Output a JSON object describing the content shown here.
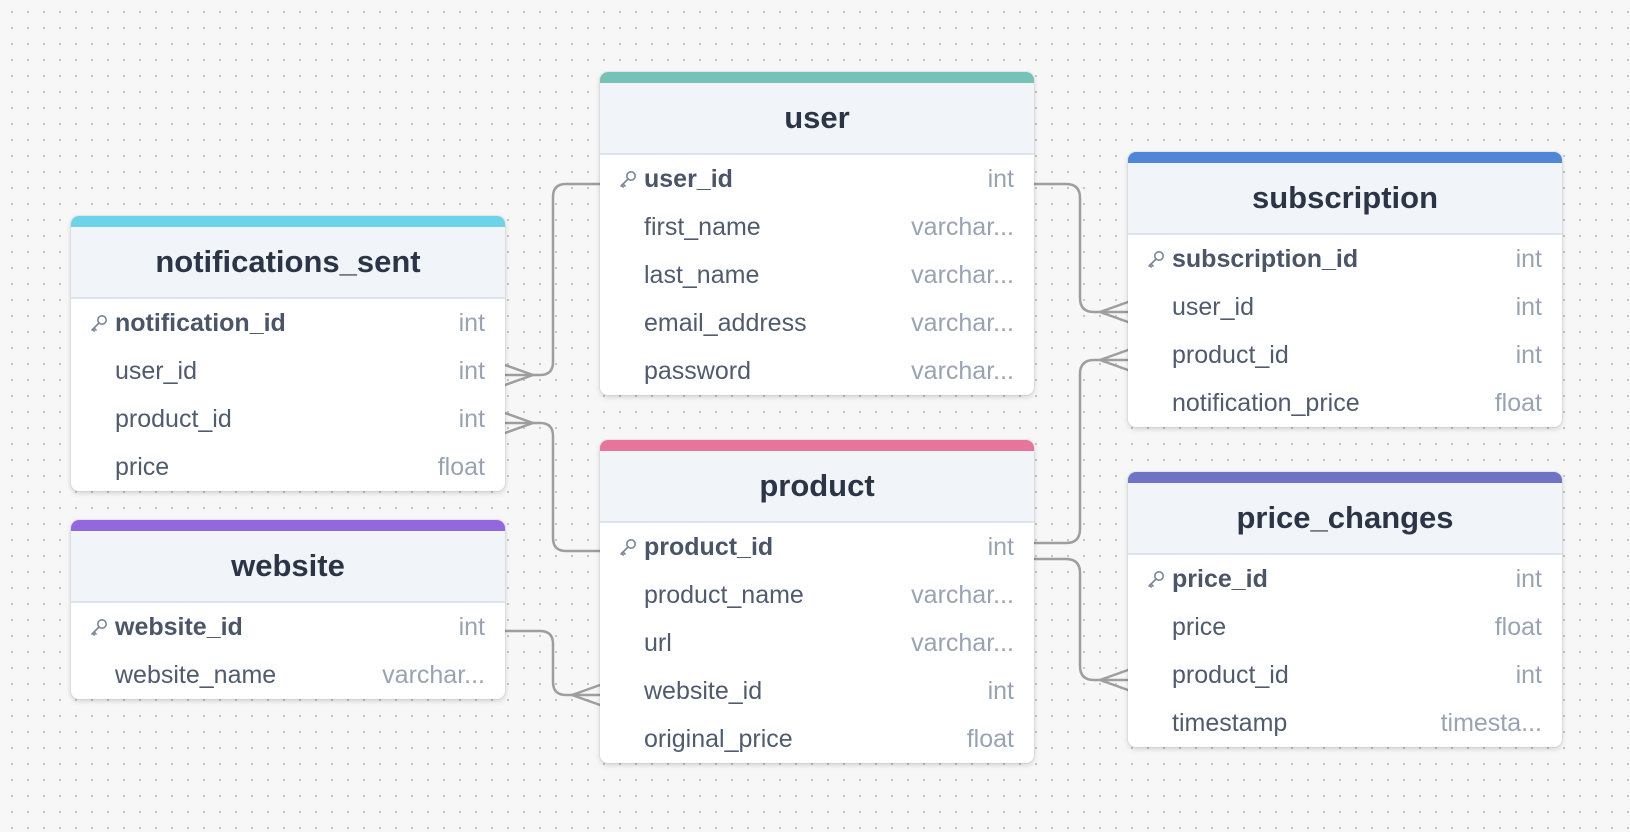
{
  "tables": {
    "user": {
      "name": "user",
      "accent": "#76c2b6",
      "columns": [
        {
          "name": "user_id",
          "type": "int",
          "pk": true
        },
        {
          "name": "first_name",
          "type": "varchar..."
        },
        {
          "name": "last_name",
          "type": "varchar..."
        },
        {
          "name": "email_address",
          "type": "varchar..."
        },
        {
          "name": "password",
          "type": "varchar..."
        }
      ]
    },
    "notifications_sent": {
      "name": "notifications_sent",
      "accent": "#6dd3e9",
      "columns": [
        {
          "name": "notification_id",
          "type": "int",
          "pk": true
        },
        {
          "name": "user_id",
          "type": "int"
        },
        {
          "name": "product_id",
          "type": "int"
        },
        {
          "name": "price",
          "type": "float"
        }
      ]
    },
    "website": {
      "name": "website",
      "accent": "#9368dd",
      "columns": [
        {
          "name": "website_id",
          "type": "int",
          "pk": true
        },
        {
          "name": "website_name",
          "type": "varchar..."
        }
      ]
    },
    "product": {
      "name": "product",
      "accent": "#e5759a",
      "columns": [
        {
          "name": "product_id",
          "type": "int",
          "pk": true
        },
        {
          "name": "product_name",
          "type": "varchar..."
        },
        {
          "name": "url",
          "type": "varchar..."
        },
        {
          "name": "website_id",
          "type": "int"
        },
        {
          "name": "original_price",
          "type": "float"
        }
      ]
    },
    "subscription": {
      "name": "subscription",
      "accent": "#4f86d6",
      "columns": [
        {
          "name": "subscription_id",
          "type": "int",
          "pk": true
        },
        {
          "name": "user_id",
          "type": "int"
        },
        {
          "name": "product_id",
          "type": "int"
        },
        {
          "name": "notification_price",
          "type": "float"
        }
      ]
    },
    "price_changes": {
      "name": "price_changes",
      "accent": "#6e73c6",
      "columns": [
        {
          "name": "price_id",
          "type": "int",
          "pk": true
        },
        {
          "name": "price",
          "type": "float"
        },
        {
          "name": "product_id",
          "type": "int"
        },
        {
          "name": "timestamp",
          "type": "timesta..."
        }
      ]
    }
  },
  "relationships": [
    {
      "from": "user.user_id",
      "to": "notifications_sent.user_id",
      "cardinality": "one-to-many"
    },
    {
      "from": "user.user_id",
      "to": "subscription.user_id",
      "cardinality": "one-to-many"
    },
    {
      "from": "product.product_id",
      "to": "notifications_sent.product_id",
      "cardinality": "one-to-many"
    },
    {
      "from": "product.product_id",
      "to": "subscription.product_id",
      "cardinality": "one-to-many"
    },
    {
      "from": "product.product_id",
      "to": "price_changes.product_id",
      "cardinality": "one-to-many"
    },
    {
      "from": "website.website_id",
      "to": "product.website_id",
      "cardinality": "one-to-many"
    }
  ]
}
